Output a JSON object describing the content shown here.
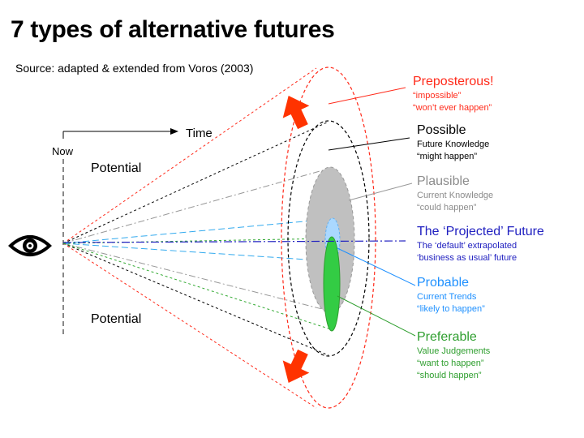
{
  "title": "7 types of alternative futures",
  "source": "Source: adapted & extended from Voros (2003)",
  "axis": {
    "time": "Time",
    "now": "Now"
  },
  "potential": {
    "top": "Potential",
    "bottom": "Potential"
  },
  "futures": [
    {
      "key": "preposterous",
      "title": "Preposterous!",
      "lines": [
        "“impossible”",
        "“won’t ever happen”"
      ],
      "color": "#ff2a1a"
    },
    {
      "key": "possible",
      "title": "Possible",
      "lines": [
        "Future Knowledge",
        "“might happen”"
      ],
      "color": "#000000"
    },
    {
      "key": "plausible",
      "title": "Plausible",
      "lines": [
        "Current Knowledge",
        "“could happen”"
      ],
      "color": "#8c8c8c"
    },
    {
      "key": "projected",
      "title": "The ‘Projected’ Future",
      "lines": [
        "The ‘default’ extrapolated",
        "‘business as usual’ future"
      ],
      "color": "#2020c0"
    },
    {
      "key": "probable",
      "title": "Probable",
      "lines": [
        "Current Trends",
        "“likely to happen”"
      ],
      "color": "#1e90ff"
    },
    {
      "key": "preferable",
      "title": "Preferable",
      "lines": [
        "Value Judgements",
        "“want to happen”",
        "“should happen”"
      ],
      "color": "#2e9e2e"
    }
  ],
  "colors": {
    "preposterous": "#ff2a1a",
    "arrow": "#ff3300",
    "plausible_fill": "#c0c0c0",
    "probable_fill": "#aad8ff",
    "preferable_fill": "#33cc44"
  },
  "icons": {
    "viewer": "eye-icon"
  }
}
